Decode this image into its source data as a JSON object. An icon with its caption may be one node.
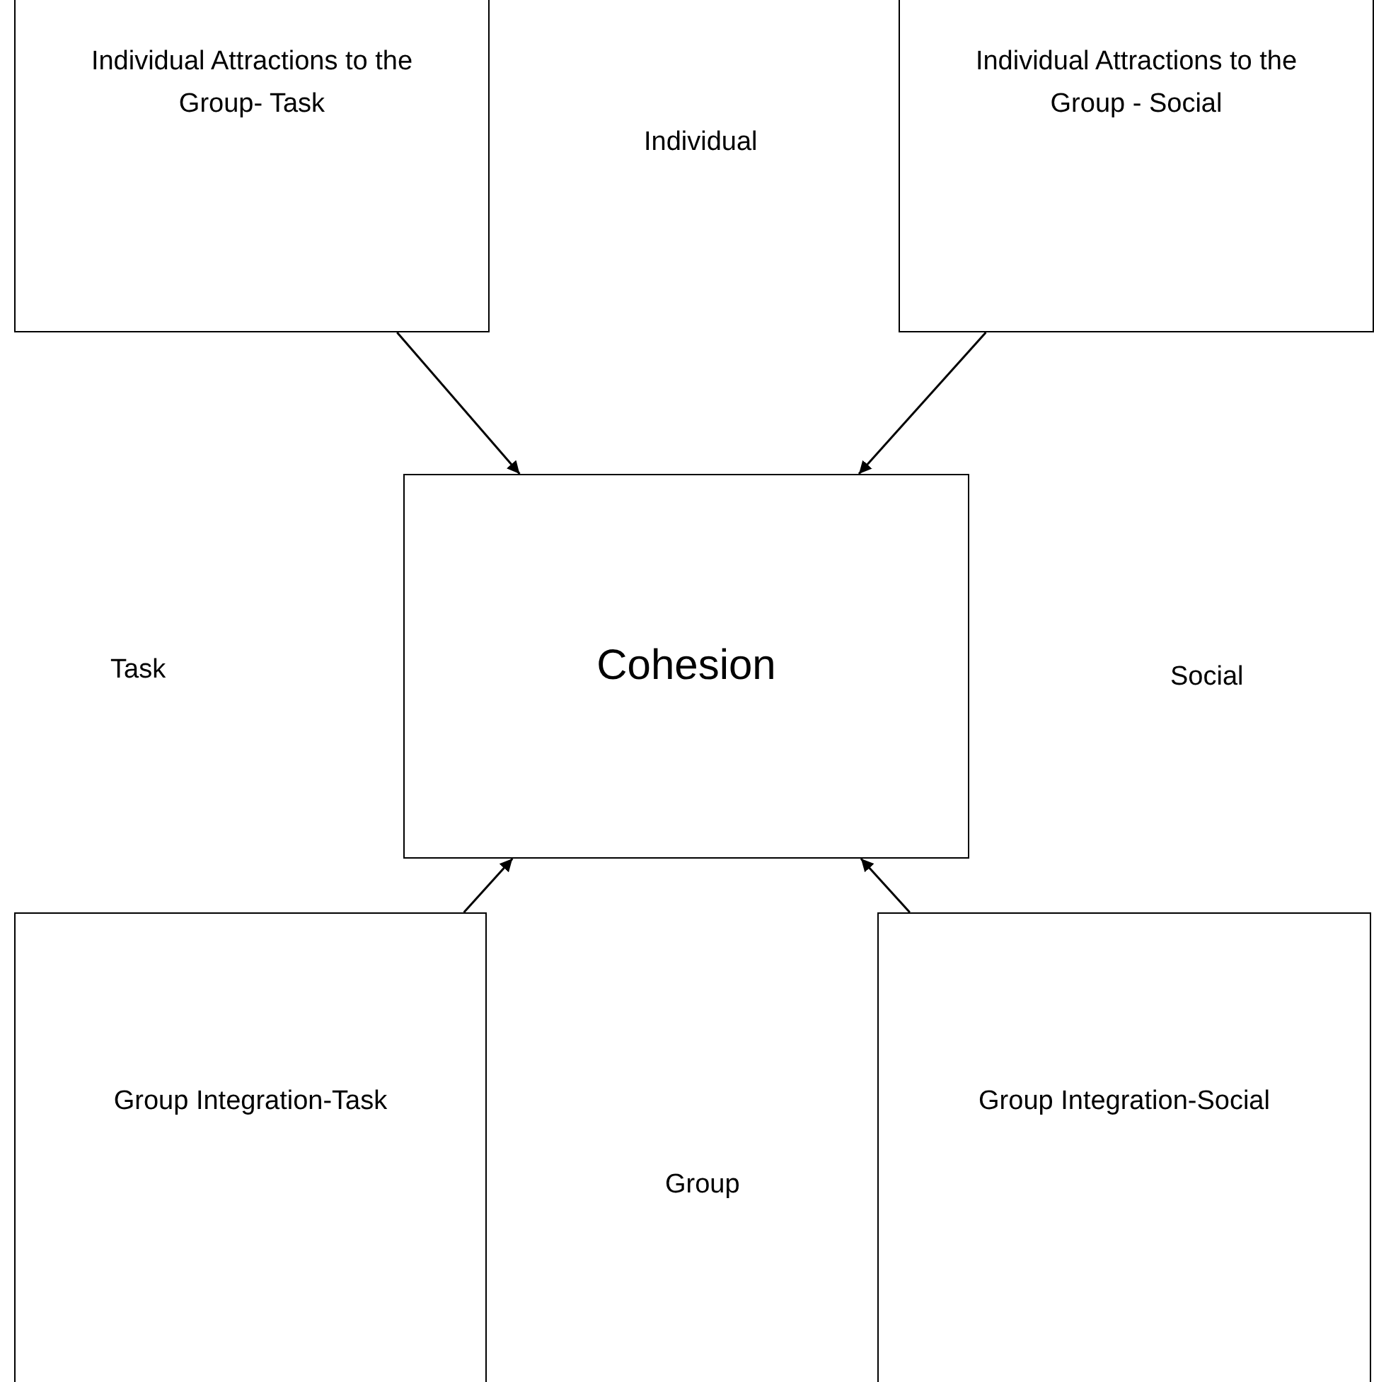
{
  "diagram": {
    "nodes": [
      {
        "text": [
          "Individual Attractions to the Group- Task"
        ]
      },
      {
        "text": [
          "Individual Attractions to the Group - Social"
        ]
      },
      {
        "text": [
          "Cohesion"
        ]
      },
      {
        "text": [
          "Group Integration-Task"
        ]
      },
      {
        "text": [
          "Group Integration-Social"
        ]
      }
    ],
    "edges": [
      {
        "from": 0,
        "to": 2,
        "arrow": "to"
      },
      {
        "from": 1,
        "to": 2,
        "arrow": "to"
      },
      {
        "from": 3,
        "to": 2,
        "arrow": "to"
      },
      {
        "from": 4,
        "to": 2,
        "arrow": "to"
      }
    ],
    "labels": [
      "Individual",
      "Task",
      "Social",
      "Group"
    ]
  }
}
